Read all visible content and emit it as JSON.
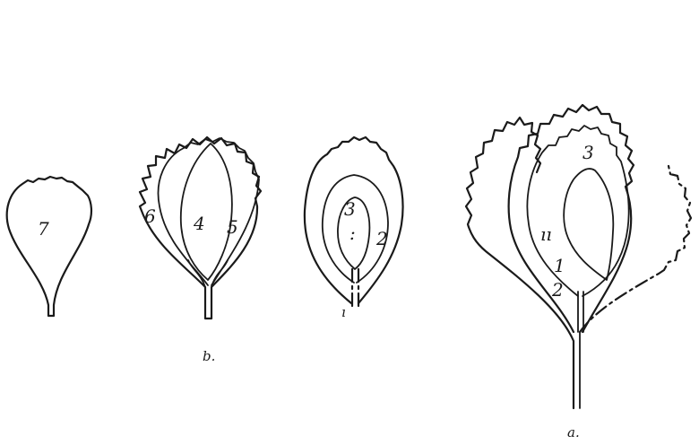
{
  "leaf_7": {
    "label": "7"
  },
  "group_b": {
    "caption": "b.",
    "labels": {
      "inner": "4",
      "mid": "5",
      "outer": "6"
    }
  },
  "middle": {
    "labels": {
      "a": "3",
      "b": ":",
      "c": "2",
      "stem": "ı"
    }
  },
  "group_a": {
    "caption": "a.",
    "labels": {
      "inner": "3",
      "mid": "ıı",
      "outer1": "1",
      "outer2": "2"
    }
  },
  "colors": {
    "ink": "#1a1a1a",
    "background": "#ffffff"
  }
}
